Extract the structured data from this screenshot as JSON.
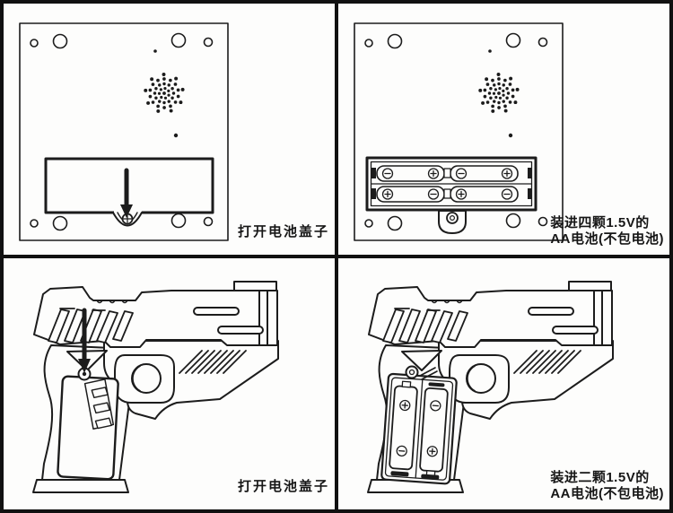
{
  "sheet": {
    "title": "battery installation instruction diagram",
    "ink_color": "#1c1c1c",
    "paper_color": "#fdfdfc",
    "battery_spec": "1.5V AA"
  },
  "panels": [
    {
      "id": "open-back-cover",
      "caption_lines": [
        "打开电池盖子"
      ],
      "subject": "device back plate with closed battery cover, arrow pointing to cover screw"
    },
    {
      "id": "insert-four-batteries",
      "caption_lines": [
        "装进四颗1.5V的",
        "AA电池(不包电池)"
      ],
      "subject": "device back plate with four AA batteries installed",
      "battery_polarity_rows": [
        [
          "-",
          "+",
          "-",
          "+"
        ],
        [
          "+",
          "-",
          "+",
          "-"
        ]
      ]
    },
    {
      "id": "open-grip-cover",
      "caption_lines": [
        "打开电池盖子"
      ],
      "subject": "toy pistol with grip battery cover closed, arrow pointing to grip screw"
    },
    {
      "id": "insert-two-batteries",
      "caption_lines": [
        "装进二颗1.5V的",
        "AA电池(不包电池)"
      ],
      "subject": "toy pistol with two AA batteries installed in grip",
      "battery_polarity_columns": [
        [
          "+",
          "-"
        ],
        [
          "-",
          "+"
        ]
      ]
    }
  ]
}
